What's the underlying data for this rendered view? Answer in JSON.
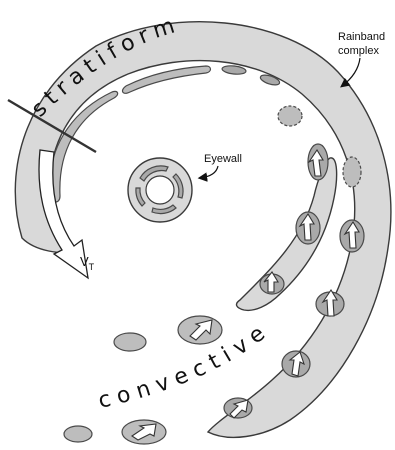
{
  "labels": {
    "stratiform": "stratiform",
    "convective": "convective",
    "eyewall": "Eyewall",
    "rainband_line1": "Rainband",
    "rainband_line2": "complex",
    "vt": "V",
    "vt_sub": "T"
  },
  "colors": {
    "band_fill": "#d9d9d9",
    "cell_fill": "#a9a9a9",
    "outline": "#3a3a3a"
  }
}
